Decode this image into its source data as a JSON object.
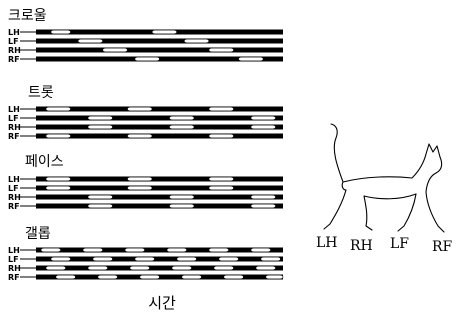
{
  "diagram": {
    "gaits": [
      {
        "title": "크로울",
        "legs": [
          {
            "label": "LH",
            "stance_gaps": [
              [
                0.06,
                0.14
              ],
              [
                0.47,
                0.57
              ]
            ]
          },
          {
            "label": "LF",
            "stance_gaps": [
              [
                0.17,
                0.27
              ],
              [
                0.6,
                0.7
              ]
            ]
          },
          {
            "label": "RH",
            "stance_gaps": [
              [
                0.27,
                0.37
              ],
              [
                0.7,
                0.8
              ]
            ]
          },
          {
            "label": "RF",
            "stance_gaps": [
              [
                0.4,
                0.5
              ],
              [
                0.82,
                0.92
              ]
            ]
          }
        ]
      },
      {
        "title": "트롯",
        "legs": [
          {
            "label": "LH",
            "stance_gaps": [
              [
                0.04,
                0.14
              ],
              [
                0.37,
                0.47
              ],
              [
                0.7,
                0.8
              ]
            ]
          },
          {
            "label": "LF",
            "stance_gaps": [
              [
                0.21,
                0.31
              ],
              [
                0.54,
                0.64
              ],
              [
                0.87,
                0.97
              ]
            ]
          },
          {
            "label": "RH",
            "stance_gaps": [
              [
                0.21,
                0.31
              ],
              [
                0.54,
                0.64
              ],
              [
                0.87,
                0.97
              ]
            ]
          },
          {
            "label": "RF",
            "stance_gaps": [
              [
                0.04,
                0.14
              ],
              [
                0.37,
                0.47
              ],
              [
                0.7,
                0.8
              ]
            ]
          }
        ]
      },
      {
        "title": "페이스",
        "legs": [
          {
            "label": "LH",
            "stance_gaps": [
              [
                0.04,
                0.14
              ],
              [
                0.37,
                0.47
              ],
              [
                0.7,
                0.8
              ]
            ]
          },
          {
            "label": "LF",
            "stance_gaps": [
              [
                0.04,
                0.14
              ],
              [
                0.37,
                0.47
              ],
              [
                0.7,
                0.8
              ]
            ]
          },
          {
            "label": "RH",
            "stance_gaps": [
              [
                0.21,
                0.31
              ],
              [
                0.54,
                0.64
              ],
              [
                0.87,
                0.97
              ]
            ]
          },
          {
            "label": "RF",
            "stance_gaps": [
              [
                0.21,
                0.31
              ],
              [
                0.54,
                0.64
              ],
              [
                0.87,
                0.97
              ]
            ]
          }
        ]
      },
      {
        "title": "갤롭",
        "legs": [
          {
            "label": "LH",
            "stance_gaps": [
              [
                0.02,
                0.1
              ],
              [
                0.19,
                0.27
              ],
              [
                0.36,
                0.44
              ],
              [
                0.53,
                0.61
              ],
              [
                0.7,
                0.78
              ],
              [
                0.87,
                0.95
              ]
            ]
          },
          {
            "label": "LF",
            "stance_gaps": [
              [
                0.06,
                0.14
              ],
              [
                0.23,
                0.31
              ],
              [
                0.4,
                0.48
              ],
              [
                0.57,
                0.65
              ],
              [
                0.74,
                0.82
              ],
              [
                0.91,
                0.99
              ]
            ]
          },
          {
            "label": "RH",
            "stance_gaps": [
              [
                0.04,
                0.12
              ],
              [
                0.21,
                0.29
              ],
              [
                0.38,
                0.46
              ],
              [
                0.55,
                0.63
              ],
              [
                0.72,
                0.8
              ],
              [
                0.89,
                0.97
              ]
            ]
          },
          {
            "label": "RF",
            "stance_gaps": [
              [
                0.08,
                0.16
              ],
              [
                0.25,
                0.33
              ],
              [
                0.42,
                0.5
              ],
              [
                0.59,
                0.67
              ],
              [
                0.76,
                0.84
              ],
              [
                0.93,
                1.0
              ]
            ]
          }
        ]
      }
    ],
    "x_axis_label": "시간",
    "cat_leg_labels": [
      "LH",
      "RH",
      "LF",
      "RF"
    ]
  }
}
